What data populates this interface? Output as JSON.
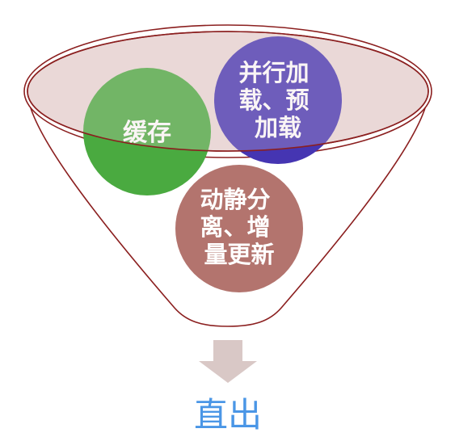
{
  "funnel": {
    "bowl_fill": "#ead9d7",
    "outline_color": "#8b1f1f"
  },
  "items": [
    {
      "id": "cache",
      "lines": [
        "缓存"
      ],
      "color": "#4aaa40"
    },
    {
      "id": "parallel-preload",
      "lines": [
        "并行加",
        "载、预",
        "加载"
      ],
      "color": "#4535b2"
    },
    {
      "id": "split-incremental",
      "lines": [
        "动静分",
        "离、增",
        "量更新"
      ],
      "color": "#b3746e"
    }
  ],
  "output": {
    "label": "直出",
    "label_color": "#4a96e6",
    "arrow_color": "#d9c8c6"
  }
}
